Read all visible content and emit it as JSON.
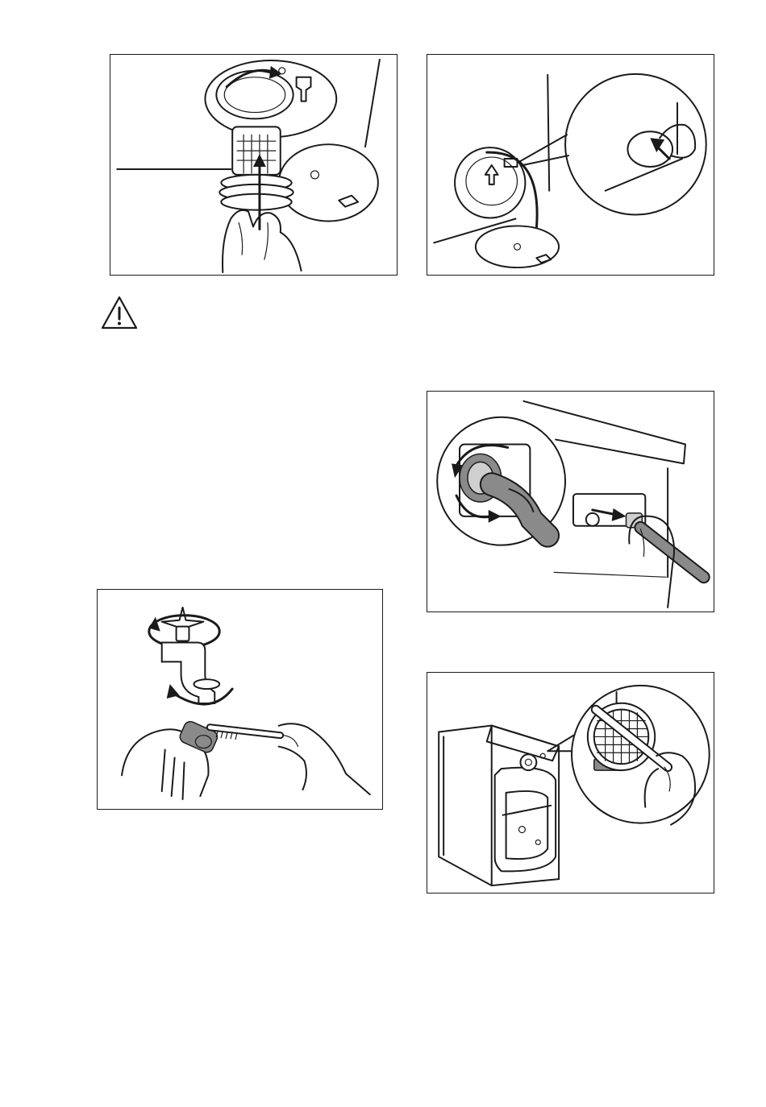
{
  "page": {
    "background": "#ffffff",
    "line_color": "#1a1a1a"
  },
  "figures": [
    {
      "id": "fig-1",
      "icon": "pump-filter-removal-illustration"
    },
    {
      "id": "fig-2",
      "icon": "pump-cover-insert-illustration"
    },
    {
      "id": "fig-3",
      "icon": "inlet-hose-disconnect-illustration"
    },
    {
      "id": "fig-4",
      "icon": "tap-filter-cleaning-illustration"
    },
    {
      "id": "fig-5",
      "icon": "inlet-filter-brush-cleaning-illustration"
    }
  ],
  "warning": {
    "icon": "warning-triangle-icon"
  }
}
